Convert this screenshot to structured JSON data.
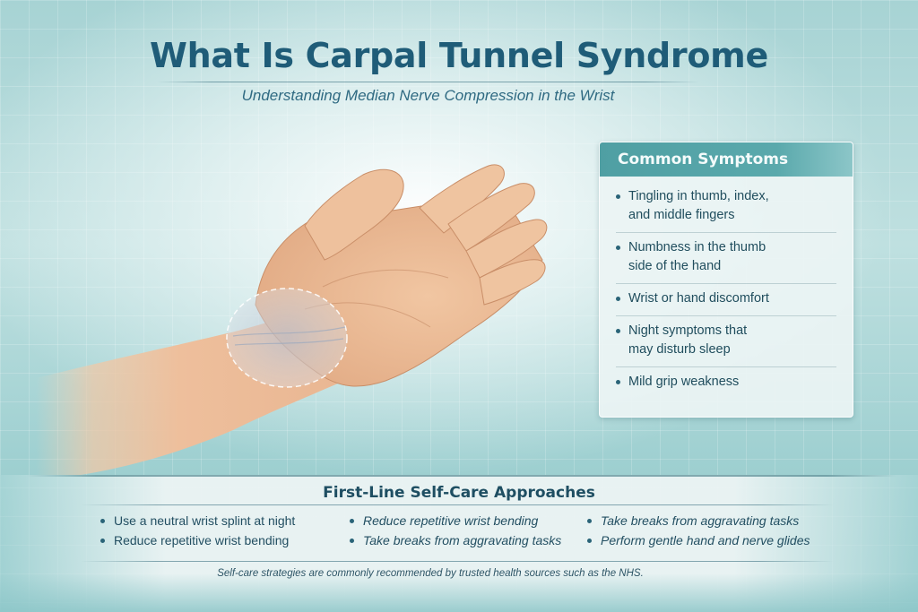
{
  "header": {
    "title": "What Is Carpal Tunnel Syndrome",
    "subtitle": "Understanding Median Nerve Compression in the Wrist"
  },
  "illustration": {
    "subject": "open-palm-hand-with-highlighted-carpal-tunnel",
    "highlight_style": "dashed-circle"
  },
  "symptoms": {
    "title": "Common Symptoms",
    "items": [
      {
        "line1": "Tingling in thumb, index,",
        "line2": "and middle fingers"
      },
      {
        "line1": "Numbness in the thumb",
        "line2": "side of the hand"
      },
      {
        "line1": "Wrist or hand discomfort",
        "line2": ""
      },
      {
        "line1": "Night symptoms that",
        "line2": "may disturb sleep"
      },
      {
        "line1": "Mild grip weakness",
        "line2": ""
      }
    ]
  },
  "self_care": {
    "title": "First-Line Self-Care Approaches",
    "columns": [
      [
        "Use a neutral wrist splint at night",
        "Reduce repetitive wrist bending"
      ],
      [
        "Reduce repetitive wrist bending",
        "Take breaks from aggravating tasks"
      ],
      [
        "Take breaks from aggravating tasks",
        "Perform gentle hand and nerve glides"
      ]
    ],
    "footnote": "Self-care strategies are commonly recommended by trusted health sources such as the NHS."
  },
  "colors": {
    "title": "#1f5c78",
    "card_header": "#5aa9ac",
    "body_text": "#214e5e",
    "background": "#a7d3d4"
  }
}
